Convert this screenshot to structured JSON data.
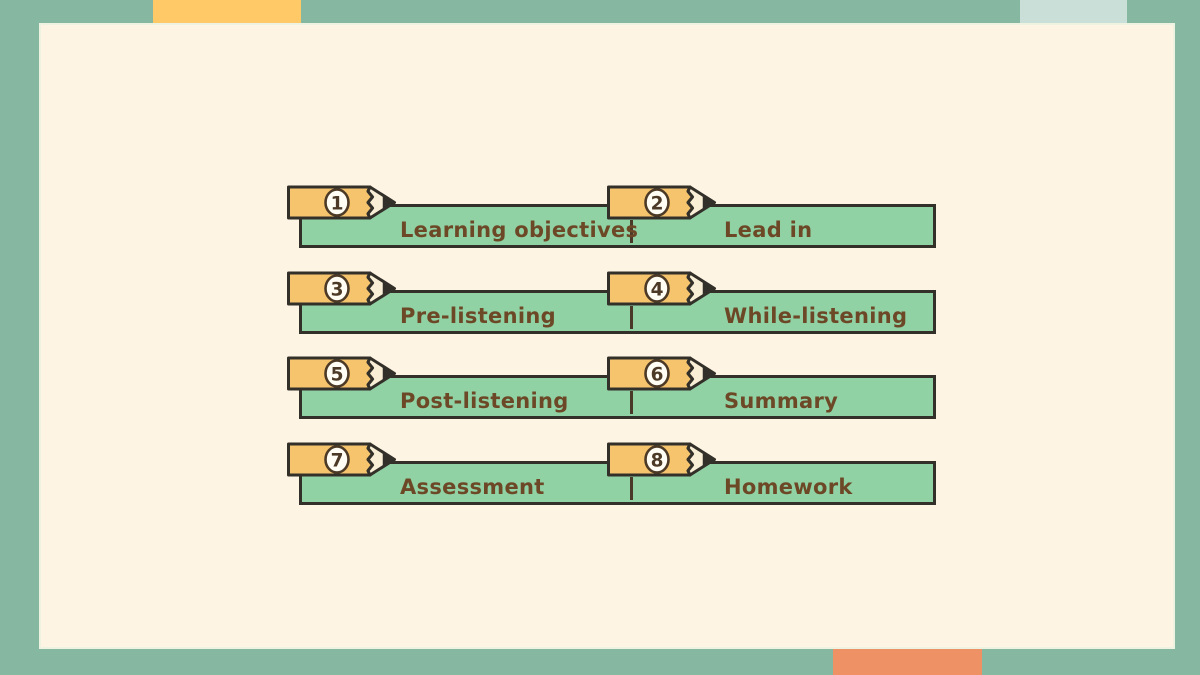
{
  "slide": {
    "colors": {
      "background_green": "#86b7a1",
      "panel_cream": "#fdf4e3",
      "bar_green": "#91d2a5",
      "outline_dark": "#33302a",
      "pencil_yellow": "#f5c46d",
      "pencil_wood": "#f9efd6",
      "text_brown": "#6d4827",
      "accent_yellow": "#fec966",
      "accent_blue": "#cbdfd9",
      "accent_orange": "#ee9265"
    }
  },
  "toc": {
    "rows": [
      {
        "left": {
          "number": "1",
          "label": "Learning objectives"
        },
        "right": {
          "number": "2",
          "label": "Lead in"
        }
      },
      {
        "left": {
          "number": "3",
          "label": "Pre-listening"
        },
        "right": {
          "number": "4",
          "label": "While-listening"
        }
      },
      {
        "left": {
          "number": "5",
          "label": "Post-listening"
        },
        "right": {
          "number": "6",
          "label": "Summary"
        }
      },
      {
        "left": {
          "number": "7",
          "label": "Assessment"
        },
        "right": {
          "number": "8",
          "label": "Homework"
        }
      }
    ]
  }
}
